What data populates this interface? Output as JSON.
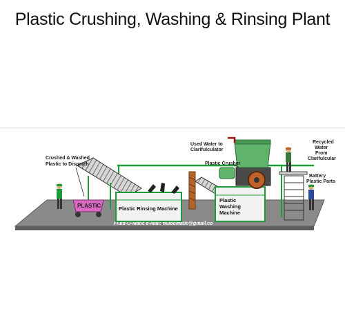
{
  "title": "Plastic Crushing, Washing & Rinsing Plant",
  "labels": {
    "used_water": [
      "Used Water to",
      "Clarifulculator"
    ],
    "recycled_water": [
      "Recycled",
      "Water",
      "From",
      "Clarifulcular"
    ],
    "plastic_crusher": "Plastic Crusher",
    "battery_parts": [
      "Battery",
      "Plastic Parts"
    ],
    "crushed_washed": [
      "Crushed & Washed",
      "Plastic to Dispatch"
    ],
    "plastic_bin": "PLASTIC",
    "rinsing_machine": "Plastic  Rinsing  Machine",
    "washing_machine": [
      "Plastic",
      "Washing",
      "Machine"
    ],
    "footer": "Fluid-O-Matic e-Mail: fluidomatic@gmail.co"
  },
  "colors": {
    "floor": "#8a8a8a",
    "floor_edge": "#5e5e5e",
    "frame_green": "#1f9a3a",
    "crusher_green": "#5fb36a",
    "panel": "#f2f2f2",
    "pink_bin": "#d96ac2",
    "rust": "#b5642a"
  }
}
